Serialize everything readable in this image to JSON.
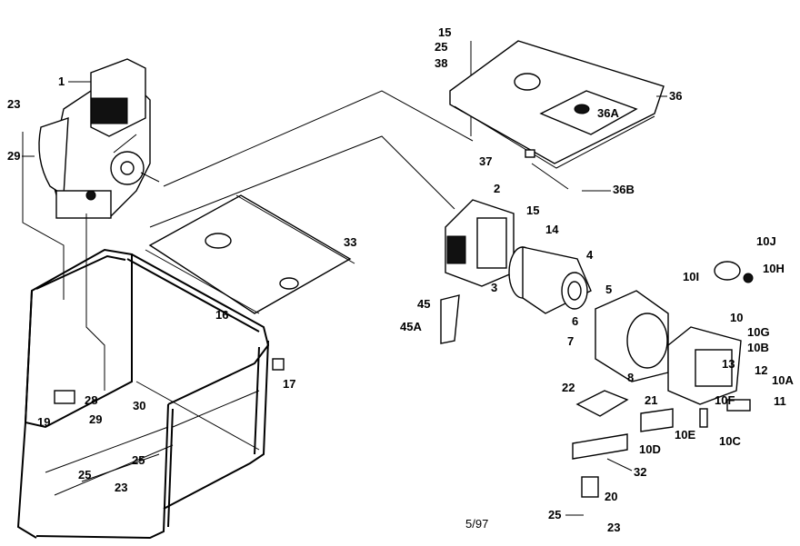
{
  "labels": {
    "l1": "1",
    "l23a": "23",
    "l29a": "29",
    "l15a": "15",
    "l25a": "25",
    "l38": "38",
    "l36": "36",
    "l36A": "36A",
    "l37": "37",
    "l36B": "36B",
    "l2": "2",
    "l15b": "15",
    "l14": "14",
    "l3": "3",
    "l4": "4",
    "l5": "5",
    "l6": "6",
    "l7": "7",
    "l45": "45",
    "l45A": "45A",
    "l33": "33",
    "l16": "16",
    "l17": "17",
    "l10J": "10J",
    "l10I": "10I",
    "l10H": "10H",
    "l10": "10",
    "l10G": "10G",
    "l10B": "10B",
    "l8": "8",
    "l13": "13",
    "l12": "12",
    "l10A": "10A",
    "l10F": "10F",
    "l11": "11",
    "l22": "22",
    "l21": "21",
    "l10D": "10D",
    "l10E": "10E",
    "l10C": "10C",
    "l32": "32",
    "l20": "20",
    "l25d": "25",
    "l23d": "23",
    "l28": "28",
    "l30": "30",
    "l29b": "29",
    "l19": "19",
    "l25b": "25",
    "l25c": "25",
    "l23b": "23"
  },
  "footer": {
    "page": "5/97"
  }
}
